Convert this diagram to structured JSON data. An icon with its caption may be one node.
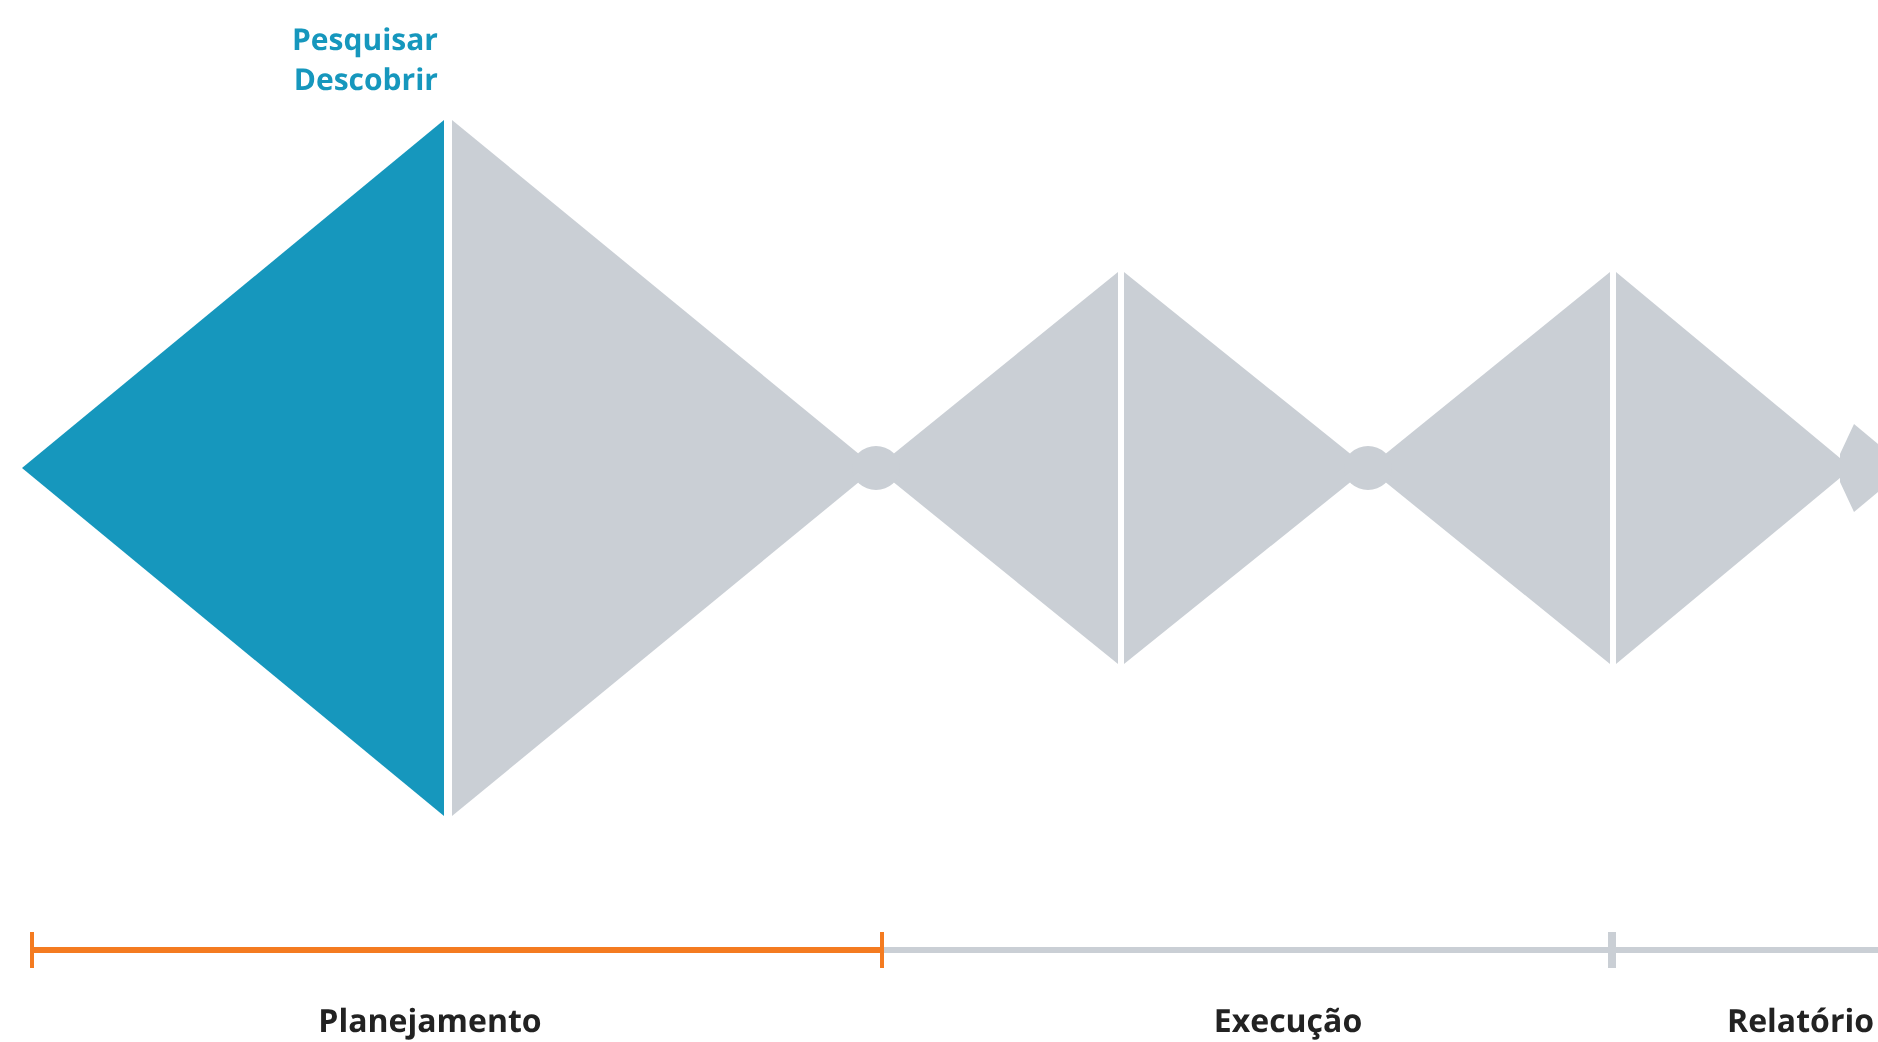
{
  "diagram": {
    "labels": [
      "Pesquisar Descobrir",
      "Planejamento",
      "Execução",
      "Relatório"
    ]
  }
}
